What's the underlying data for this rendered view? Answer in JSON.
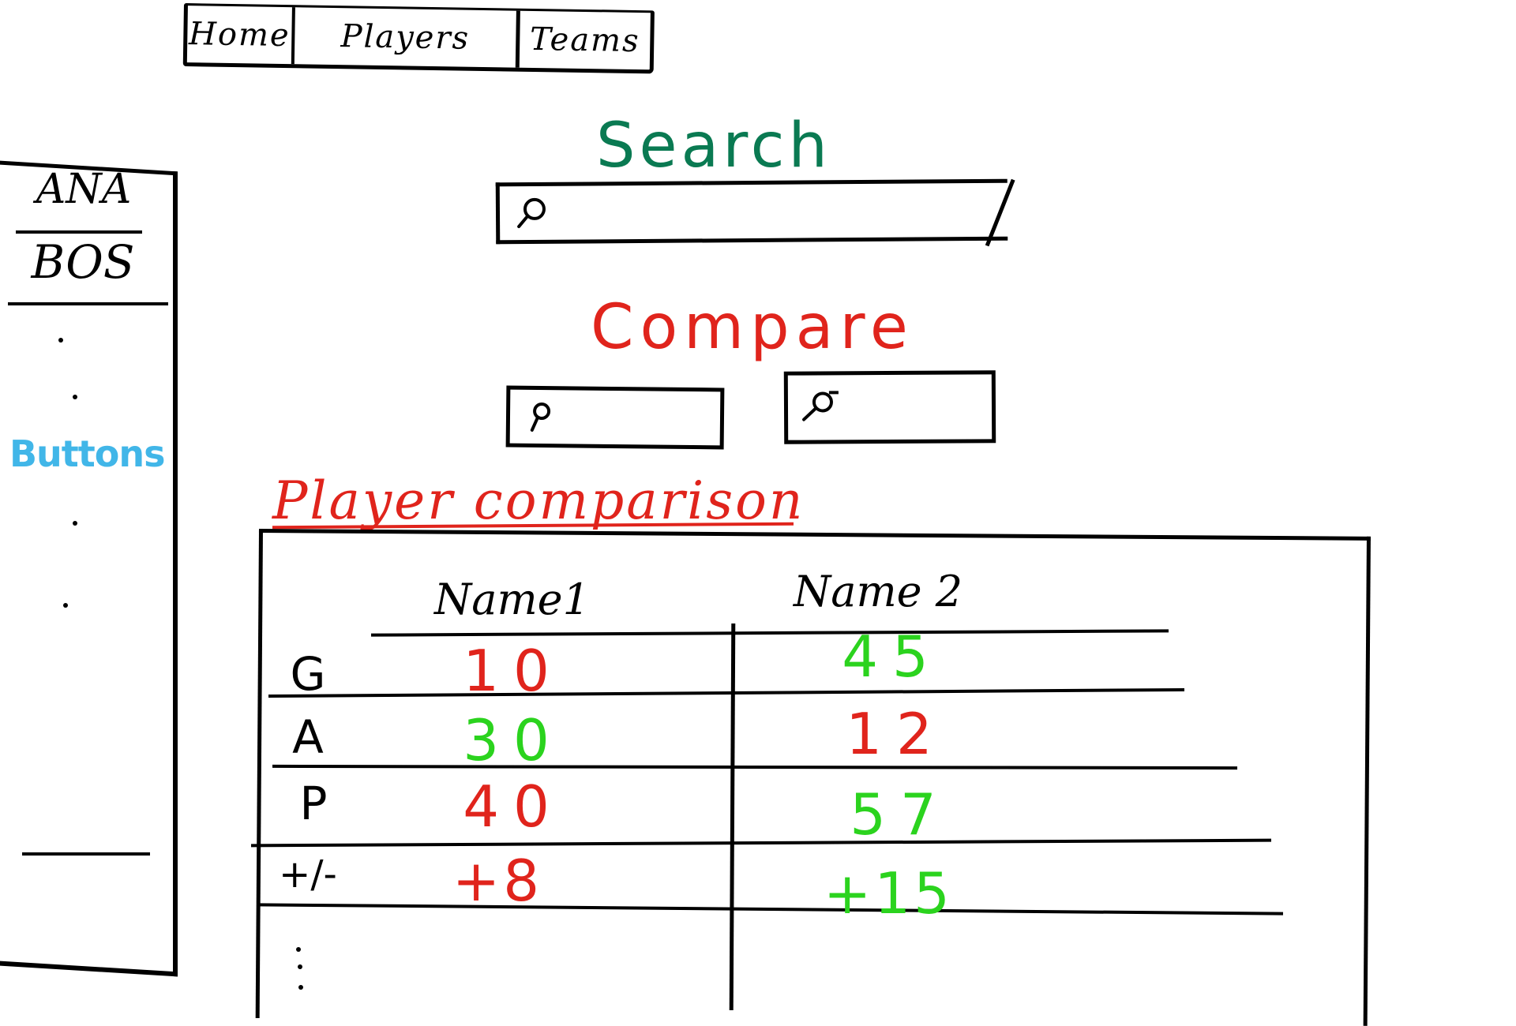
{
  "nav": {
    "items": [
      "Home",
      "Players",
      "Teams"
    ]
  },
  "sidebar": {
    "teams": [
      "ANA",
      "BOS"
    ],
    "buttons_note": "Buttons"
  },
  "search": {
    "title": "Search",
    "icon": "search-icon"
  },
  "compare": {
    "title": "Compare",
    "icon": "search-icon"
  },
  "comparison": {
    "title": "Player comparison",
    "columns": [
      "Name1",
      "Name 2"
    ],
    "rows": [
      {
        "label": "G",
        "values": [
          "10",
          "45"
        ]
      },
      {
        "label": "A",
        "values": [
          "30",
          "12"
        ]
      },
      {
        "label": "P",
        "values": [
          "40",
          "57"
        ]
      },
      {
        "label": "+/-",
        "values": [
          "+8",
          "+15"
        ]
      }
    ]
  },
  "colors": {
    "search_title": "#0a7a52",
    "compare_title": "#e0241c",
    "lower_value": "#e0241c",
    "higher_value": "#2bd31e",
    "buttons_note": "#41b6e8"
  }
}
